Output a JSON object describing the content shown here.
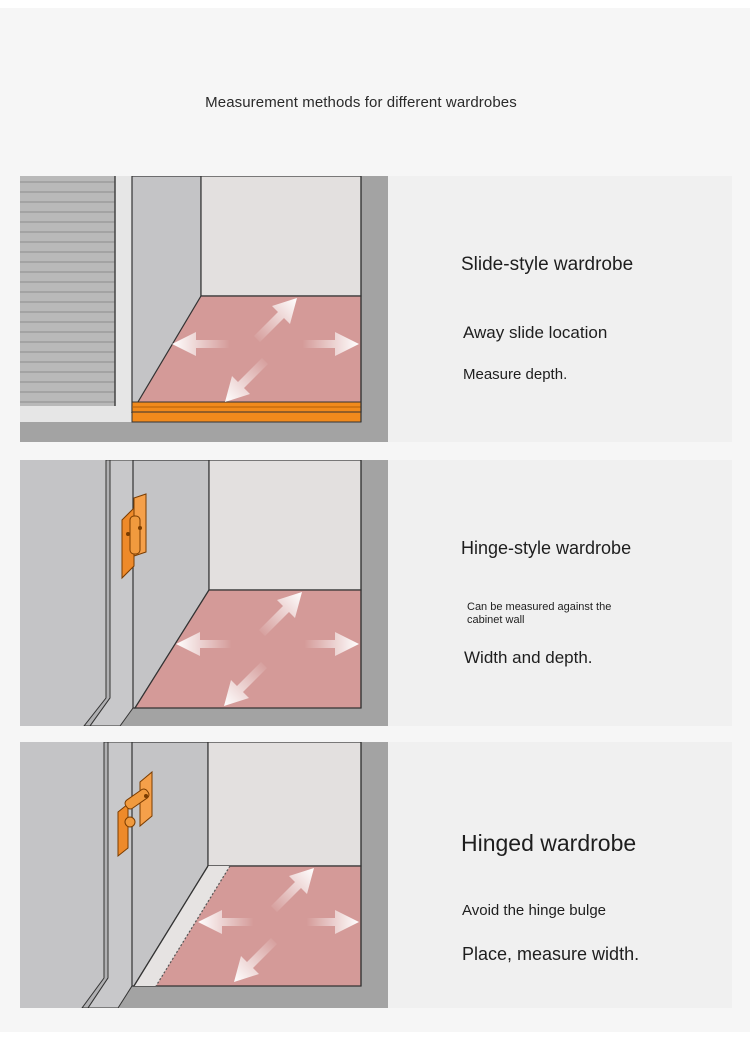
{
  "heading": "Measurement methods for different wardrobes",
  "panels": [
    {
      "title": "Slide-style wardrobe",
      "line1": "Away slide location",
      "line2": "Measure depth."
    },
    {
      "title": "Hinge-style wardrobe",
      "line1": "Can be measured against the cabinet wall",
      "line2": "Width and depth."
    },
    {
      "title": "Hinged wardrobe",
      "line1": "Avoid the hinge bulge",
      "line2": "Place, measure width."
    }
  ],
  "colors": {
    "wall": "#a3a3a3",
    "side_panel": "#c4c4c6",
    "back_panel": "#e3e0df",
    "floor": "#d49a98",
    "slide_rail": "#f18a1c",
    "hinge": "#ee8a2a",
    "text_bg": "#f0f0f0",
    "outline": "#2b2b2b"
  },
  "icons": [
    "drawer-slats",
    "slide-rail",
    "door-hinge",
    "measure-arrows"
  ]
}
